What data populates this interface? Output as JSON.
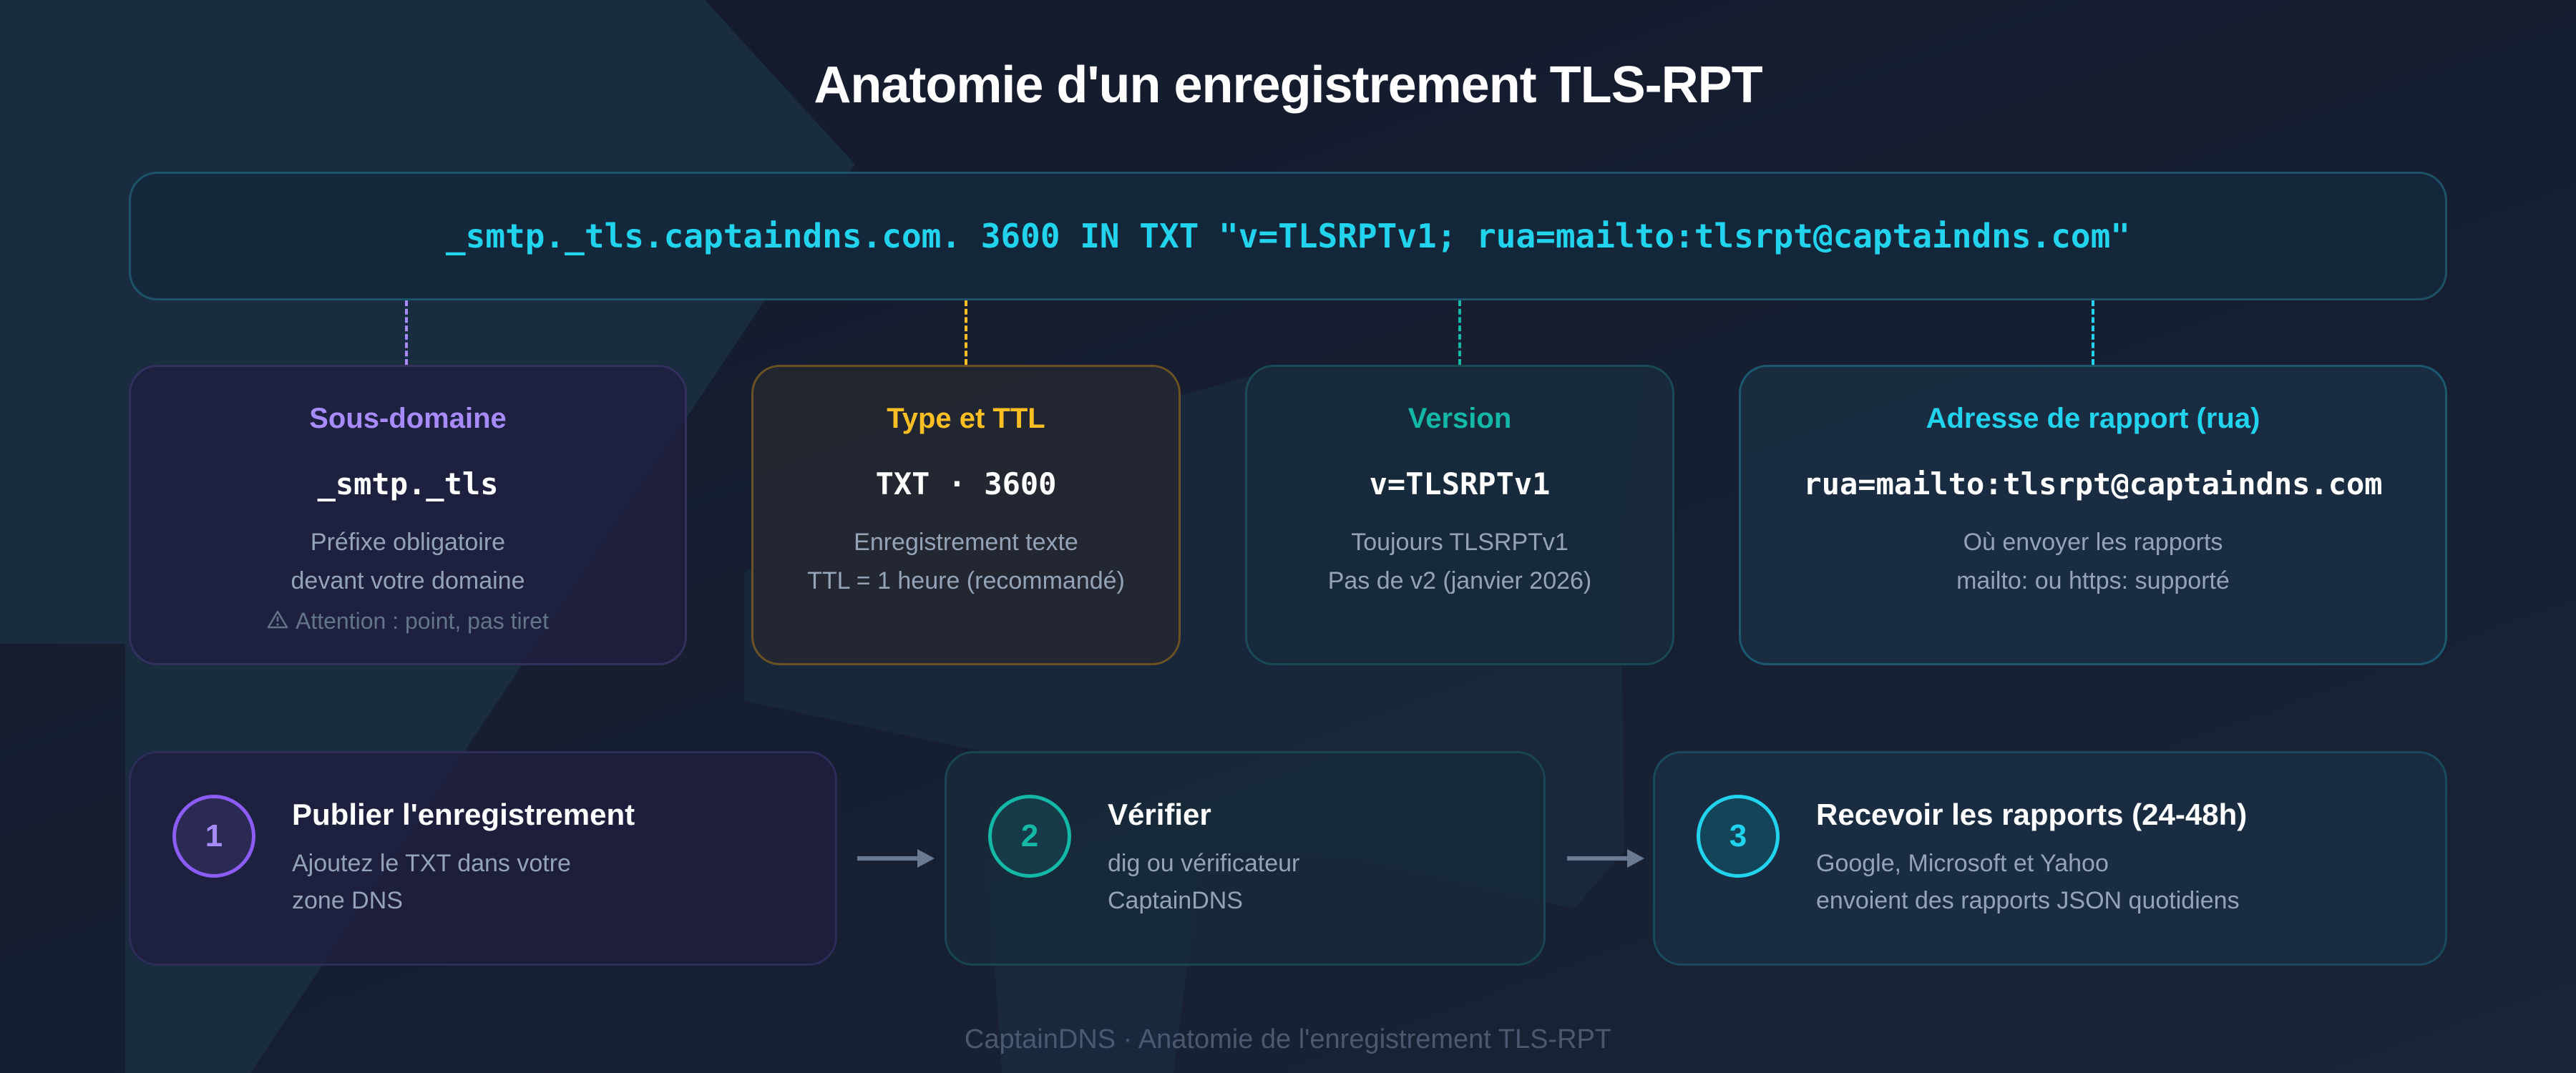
{
  "title": "Anatomie d'un enregistrement TLS-RPT",
  "record": {
    "text": "_smtp._tls.captaindns.com. 3600 IN TXT \"v=TLSRPTv1; rua=mailto:tlsrpt@captaindns.com\"",
    "color": "#22d3ee"
  },
  "cards": [
    {
      "title": "Sous-domaine",
      "value": "_smtp._tls",
      "desc_lines": [
        "Préfixe obligatoire",
        "devant votre domaine"
      ],
      "note": "Attention : point, pas tiret",
      "note_icon": "warning-triangle-icon",
      "accent": "#a78bfa"
    },
    {
      "title": "Type et TTL",
      "value": "TXT · 3600",
      "desc_lines": [
        "Enregistrement texte",
        "TTL = 1 heure (recommandé)"
      ],
      "accent": "#fbbf24"
    },
    {
      "title": "Version",
      "value": "v=TLSRPTv1",
      "desc_lines": [
        "Toujours TLSRPTv1",
        "Pas de v2 (janvier 2026)"
      ],
      "accent": "#14b8a6"
    },
    {
      "title": "Adresse de rapport (rua)",
      "value": "rua=mailto:tlsrpt@captaindns.com",
      "desc_lines": [
        "Où envoyer les rapports",
        "mailto: ou https: supporté"
      ],
      "accent": "#22d3ee"
    }
  ],
  "steps": [
    {
      "number": "1",
      "title": "Publier l'enregistrement",
      "desc_lines": [
        "Ajoutez le TXT dans votre",
        "zone DNS"
      ],
      "accent": "#8b5cf6"
    },
    {
      "number": "2",
      "title": "Vérifier",
      "desc_lines": [
        "dig ou vérificateur",
        "CaptainDNS"
      ],
      "accent": "#14b8a6"
    },
    {
      "number": "3",
      "title": "Recevoir les rapports (24-48h)",
      "desc_lines": [
        "Google, Microsoft et Yahoo",
        "envoient des rapports JSON quotidiens"
      ],
      "accent": "#22d3ee"
    }
  ],
  "footer": "CaptainDNS · Anatomie de l'enregistrement TLS-RPT"
}
